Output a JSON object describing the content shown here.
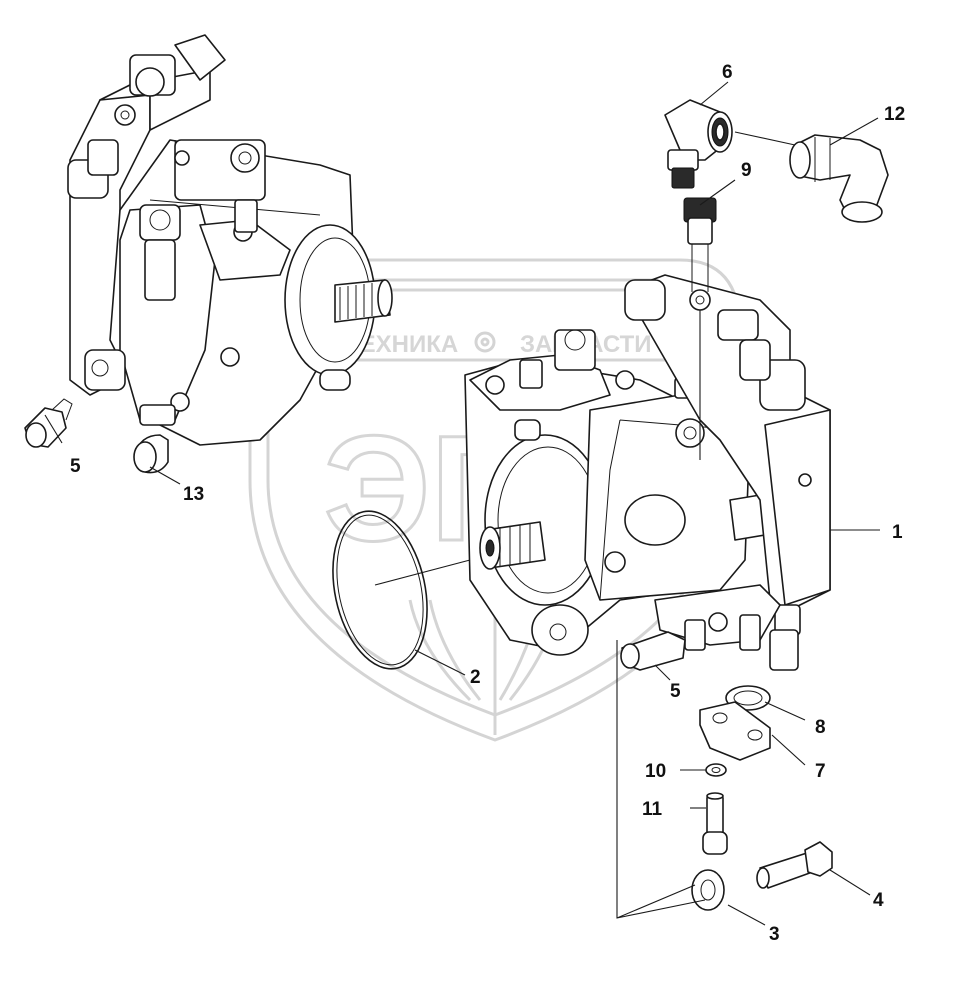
{
  "watermark": {
    "left_word": "ТЕХНИКА",
    "right_word": "ЗАПЧАСТИ",
    "emblem": "ЭПФ"
  },
  "callouts": [
    {
      "id": "1",
      "text": "1"
    },
    {
      "id": "2",
      "text": "2"
    },
    {
      "id": "3",
      "text": "3"
    },
    {
      "id": "4",
      "text": "4"
    },
    {
      "id": "5a",
      "text": "5"
    },
    {
      "id": "5b",
      "text": "5"
    },
    {
      "id": "6",
      "text": "6"
    },
    {
      "id": "7",
      "text": "7"
    },
    {
      "id": "8",
      "text": "8"
    },
    {
      "id": "9",
      "text": "9"
    },
    {
      "id": "10",
      "text": "10"
    },
    {
      "id": "11",
      "text": "11"
    },
    {
      "id": "12",
      "text": "12"
    },
    {
      "id": "13",
      "text": "13"
    }
  ],
  "colors": {
    "line": "#1a1a1a",
    "watermark": "#d4d4d4",
    "background": "#ffffff"
  },
  "icons": {
    "gear": "gear-icon"
  }
}
